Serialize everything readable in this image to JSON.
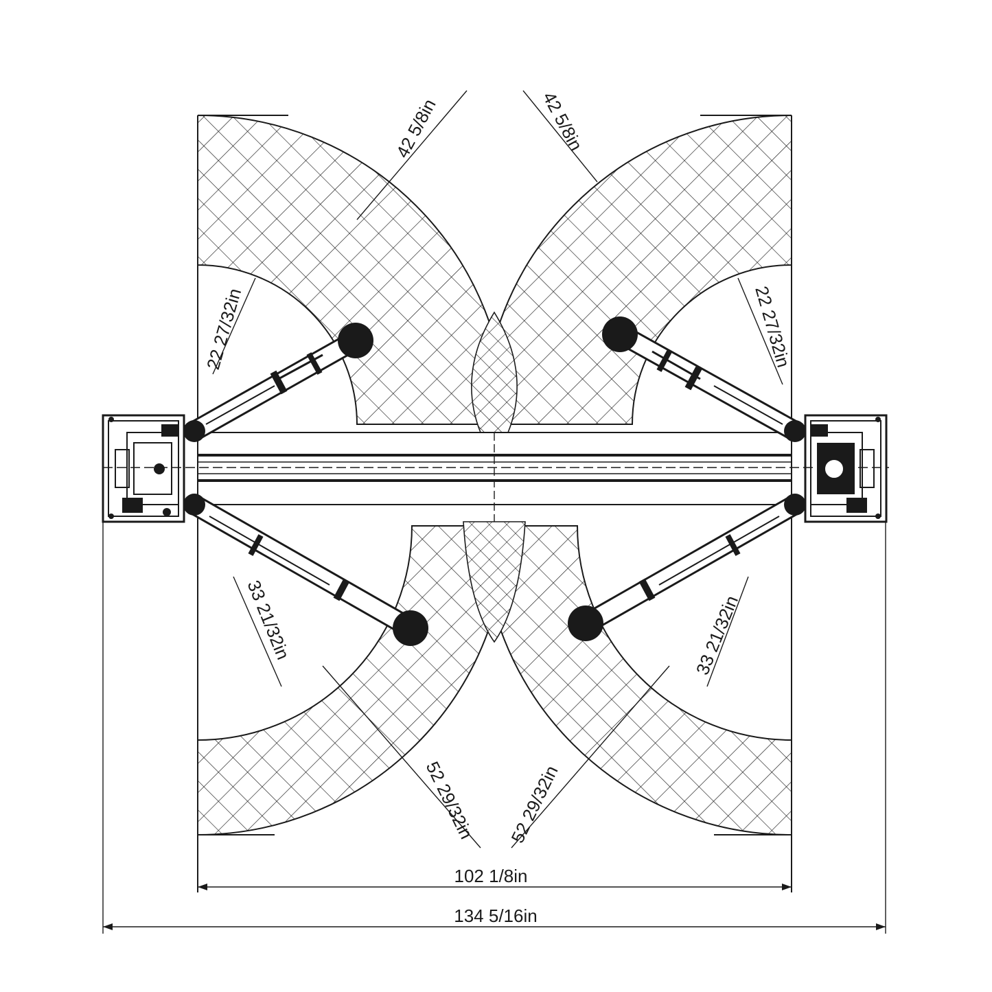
{
  "dimensions": {
    "arm_swing_top_left": "42 5/8in",
    "arm_swing_top_right": "42 5/8in",
    "short_arm_left": "22 27/32in",
    "short_arm_right": "22 27/32in",
    "mid_arm_left": "33 21/32in",
    "mid_arm_right": "33 21/32in",
    "long_arm_left": "52 29/32in",
    "long_arm_right": "52 29/32in",
    "inner_width": "102 1/8in",
    "overall_width": "134 5/16in"
  },
  "colors": {
    "line": "#1a1a1a",
    "background": "#ffffff"
  }
}
